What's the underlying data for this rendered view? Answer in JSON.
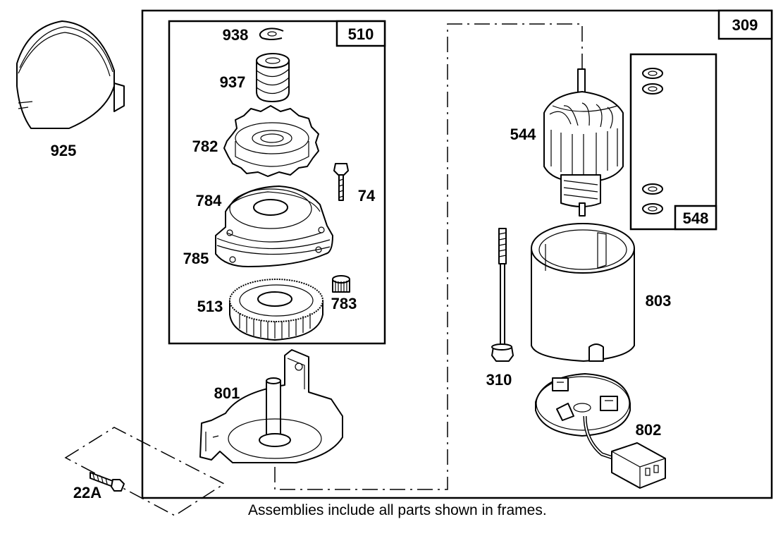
{
  "frames": {
    "outer": "309",
    "gear_kit": "510",
    "washer_kit": "548"
  },
  "parts": {
    "p925": "925",
    "p938": "938",
    "p937": "937",
    "p782": "782",
    "p784": "784",
    "p74": "74",
    "p785": "785",
    "p513": "513",
    "p783": "783",
    "p801": "801",
    "p22a": "22A",
    "p544": "544",
    "p310": "310",
    "p803": "803",
    "p802": "802",
    "p548": "548"
  },
  "caption": "Assemblies include all parts shown in frames."
}
